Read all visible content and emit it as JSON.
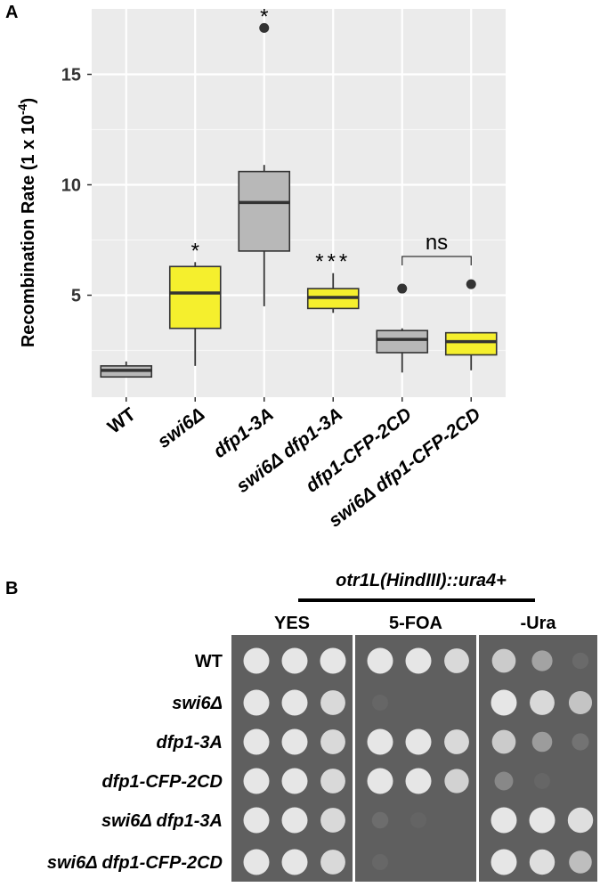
{
  "panel_a": {
    "letter": "A"
  },
  "panel_b": {
    "letter": "B"
  },
  "chart_data": {
    "type": "box",
    "ylabel_main": "Recombination Rate (1 x 10",
    "ylabel_exp": "-4",
    "ylabel_close": ")",
    "ylim": [
      0,
      17.5
    ],
    "yticks": [
      5,
      10,
      15
    ],
    "grid": true,
    "categories": [
      "WT",
      "swi6Δ",
      "dfp1-3A",
      "swi6Δ dfp1-3A",
      "dfp1-CFP-2CD",
      "swi6Δ dfp1-CFP-2CD"
    ],
    "italic_categories": [
      false,
      true,
      true,
      true,
      true,
      true
    ],
    "boxes": [
      {
        "category": "WT",
        "color": "#b8b8b8",
        "whisker_low": 1.3,
        "q1": 1.3,
        "median": 1.6,
        "q3": 1.8,
        "whisker_high": 2.0,
        "outliers": []
      },
      {
        "category": "swi6Δ",
        "color": "#f5ef2d",
        "whisker_low": 1.8,
        "q1": 3.5,
        "median": 5.1,
        "q3": 6.3,
        "whisker_high": 6.5,
        "outliers": []
      },
      {
        "category": "dfp1-3A",
        "color": "#b8b8b8",
        "whisker_low": 4.5,
        "q1": 7.0,
        "median": 9.2,
        "q3": 10.6,
        "whisker_high": 10.9,
        "outliers": [
          17.1
        ]
      },
      {
        "category": "swi6Δ dfp1-3A",
        "color": "#f5ef2d",
        "whisker_low": 4.2,
        "q1": 4.4,
        "median": 4.9,
        "q3": 5.3,
        "whisker_high": 6.0,
        "outliers": []
      },
      {
        "category": "dfp1-CFP-2CD",
        "color": "#b8b8b8",
        "whisker_low": 1.5,
        "q1": 2.4,
        "median": 3.0,
        "q3": 3.4,
        "whisker_high": 3.5,
        "outliers": [
          5.3
        ]
      },
      {
        "category": "swi6Δ dfp1-CFP-2CD",
        "color": "#f5ef2d",
        "whisker_low": 1.6,
        "q1": 2.3,
        "median": 2.9,
        "q3": 3.3,
        "whisker_high": 3.3,
        "outliers": [
          5.5
        ]
      }
    ],
    "annotations": [
      {
        "category": "swi6Δ",
        "text": "*"
      },
      {
        "category": "dfp1-3A",
        "text": "*"
      },
      {
        "category": "swi6Δ dfp1-3A",
        "text": "***"
      }
    ],
    "bracket": {
      "from": "dfp1-CFP-2CD",
      "to": "swi6Δ dfp1-CFP-2CD",
      "text": "ns"
    }
  },
  "spot_assay": {
    "header": "otr1L(HindIII)::ura4+",
    "media": [
      "YES",
      "5-FOA",
      "-Ura"
    ],
    "strains": [
      {
        "label": "WT",
        "italic": false
      },
      {
        "label": "swi6Δ",
        "italic": true
      },
      {
        "label": "dfp1-3A",
        "italic": true
      },
      {
        "label": "dfp1-CFP-2CD",
        "italic": true
      },
      {
        "label": "swi6Δ dfp1-3A",
        "italic": true
      },
      {
        "label": "swi6Δ dfp1-CFP-2CD",
        "italic": true
      }
    ],
    "growth": [
      [
        [
          1,
          1,
          1
        ],
        [
          1,
          1,
          0.9
        ],
        [
          0.8,
          0.5,
          0.08
        ]
      ],
      [
        [
          1,
          1,
          0.9
        ],
        [
          0.05,
          0,
          0
        ],
        [
          1,
          0.9,
          0.75
        ]
      ],
      [
        [
          1,
          1,
          0.9
        ],
        [
          1,
          1,
          0.9
        ],
        [
          0.8,
          0.45,
          0.15
        ]
      ],
      [
        [
          1,
          1,
          0.9
        ],
        [
          1,
          1,
          0.85
        ],
        [
          0.3,
          0.05,
          0
        ]
      ],
      [
        [
          1,
          1,
          0.9
        ],
        [
          0.1,
          0.04,
          0
        ],
        [
          1,
          1,
          0.95
        ]
      ],
      [
        [
          1,
          1,
          0.9
        ],
        [
          0.06,
          0,
          0
        ],
        [
          1,
          0.95,
          0.7
        ]
      ]
    ]
  }
}
